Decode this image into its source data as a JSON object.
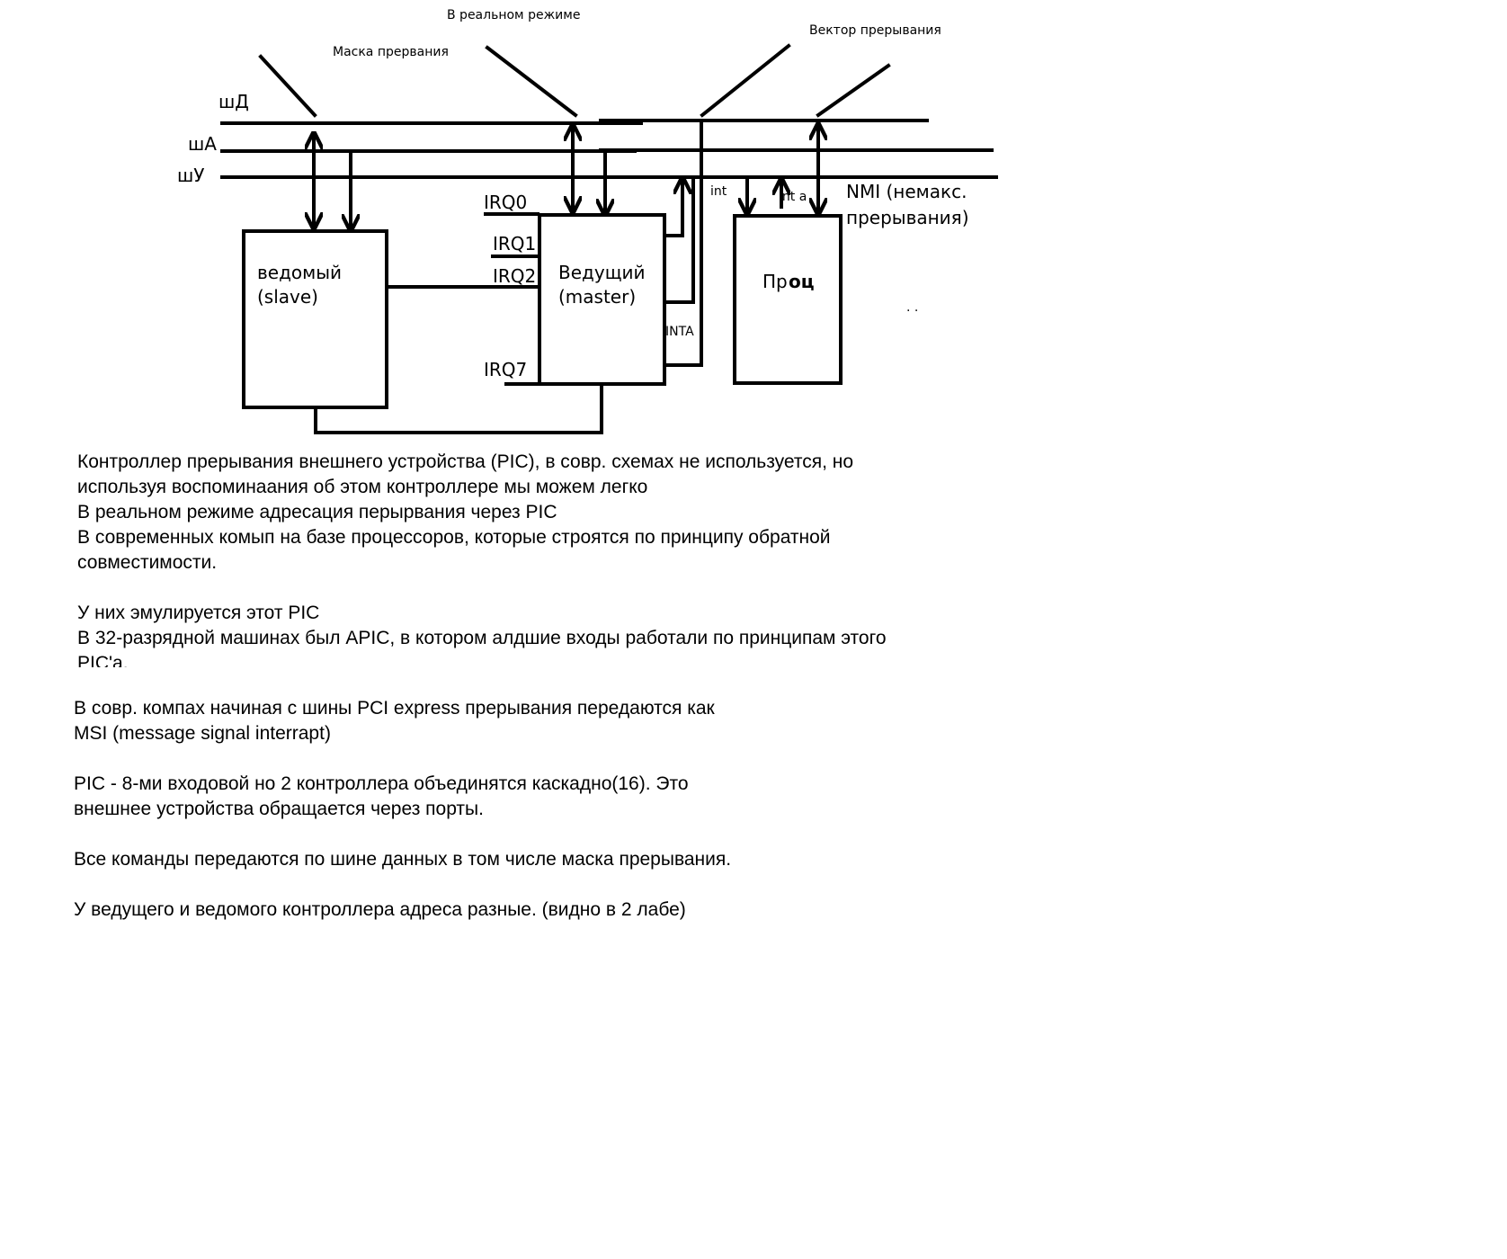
{
  "diagram": {
    "top_labels": {
      "mask": "Маска прервания",
      "real_mode": "В реальном режиме",
      "vector": "Вектор прерывания"
    },
    "buses": {
      "data": "шД",
      "address": "шА",
      "control": "шУ"
    },
    "slave": {
      "line1": "ведомый",
      "line2": "(slave)"
    },
    "master": {
      "line1": "Ведущий",
      "line2": "(master)"
    },
    "processor": {
      "label": "Пр",
      "scribble": "оц"
    },
    "irq": {
      "irq0": "IRQ0",
      "irq1": "IRQ1",
      "irq2": "IRQ2",
      "irq7": "IRQ7"
    },
    "signals": {
      "inta": "INTA",
      "int": "int",
      "int_a": "int a",
      "nmi_line1": "NMI (немакс.",
      "nmi_line2": "прерывания)"
    },
    "stray_dots": "·  ·"
  },
  "notes": {
    "block1": [
      "Контроллер прерывания внешнего устройства (PIC), в совр. схемах не используется, но",
      "используя воспоминаания об этом контроллере мы можем легко",
      "В реальном режиме адресация перырвания через PIC",
      "В современных комып на базе процессоров, которые строятся по принципу обратной",
      "совместимости."
    ],
    "block2": [
      "У них эмулируется этот PIC",
      "В 32-разрядной машинах был APIC, в котором алдшие входы работали по принципам этого",
      "PIC'a."
    ],
    "block3": [
      "В совр. компах начиная с шины PCI express прерывания передаются как",
      "MSI (message signal interrapt)"
    ],
    "block4": [
      "PIC - 8-ми входовой но 2 контроллера объединятся каскадно(16). Это",
      "внешнее устройства обращается через порты."
    ],
    "block5": [
      "Все команды передаются по шине данных в том числе маска прерывания."
    ],
    "block6": [
      "У ведущего и ведомого контроллера адреса разные. (видно в 2 лабе)"
    ]
  }
}
